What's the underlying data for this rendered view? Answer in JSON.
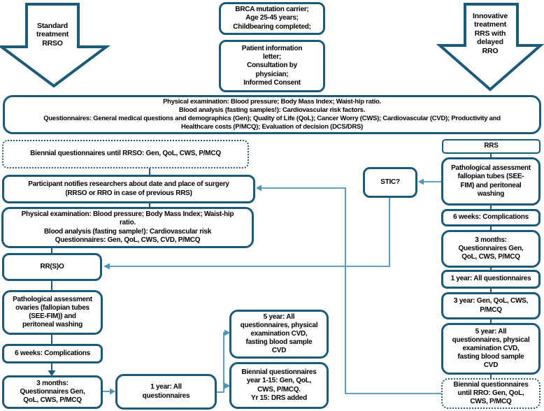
{
  "colors": {
    "border": "#1b5a78",
    "connector": "#4d92b8",
    "text": "#000000",
    "background": "#ffffff"
  },
  "arrows": {
    "left_label": "Standard\ntreatment\nRRSO",
    "right_label": "Innovative\ntreatment\nRRS with\ndelayed\nRRO"
  },
  "nodes": {
    "brca": "BRCA mutation carrier;\nAge 25-45 years;\nChildbearing completed;",
    "consent": "Patient information\nletter;\nConsultation by\nphysician;\nInformed Consent",
    "baseline": "Physical examination: Blood pressure; Body Mass Index; Waist-hip ratio.\nBlood analysis (fasting samples!): Cardiovascular risk factors.\nQuestionnaires: General medical questions and demographics (Gen); Quality of Life (QoL); Cancer Worry (CWS); Cardiovascular (CVD); Productivity and\nHealthcare costs (P/MCQ); Evaluation of decision (DCS/DRS)",
    "biennial_left": "Biennial questionnaires until RRSO: Gen, QoL, CWS, P/MCQ",
    "notify": "Participant notifies researchers about date and place of surgery\n(RRSO or RRO in case of previous RRS)",
    "physexam_left": "Physical examination: Blood pressure; Body Mass Index; Waist-hip\nratio.\nBlood analysis (fasting sample!): Cardiovascular risk\nQuestionnaires: Gen, QoL, CWS, CVD, P/MCQ",
    "rrso": "RR(S)O",
    "path_left": "Pathological assessment\novaries (fallopian tubes\n(SEE-FIM)) and\nperitoneal washing",
    "weeks6_left": "6 weeks: Complications",
    "months3_left": "3 months:\nQuestionnaires Gen,\nQoL, CWS, P/MCQ",
    "year1_mid": "1 year: All\nquestionnaires",
    "year5_mid": "5 year: All\nquestionnaires, physical\nexamination CVD,\nfasting blood sample\nCVD",
    "biennial_mid": "Biennial questionnaires\nyear 1-15: Gen, QoL,\nCWS, P/MCQ.\nYr 15: DRS added",
    "stic": "STIC?",
    "rrs": "RRS",
    "path_right": "Pathological assessment\nfallopian tubes (SEE-\nFIM) and peritoneal\nwashing",
    "weeks6_right": "6 weeks: Complications",
    "months3_right": "3 months:\nQuestionnaires Gen,\nQoL, CWS, P/MCQ",
    "year1_right": "1 year: All questionnaires",
    "year3_right": "3 year: Gen, QoL, CWS,\nP/MCQ",
    "year5_right": "5 year: All\nquestionnaires, physical\nexamination CVD,\nfasting blood sample\nCVD",
    "biennial_right": "Biennial questionnaires\nuntil RRO: Gen, QoL,\nCWS, P/MCQ"
  }
}
